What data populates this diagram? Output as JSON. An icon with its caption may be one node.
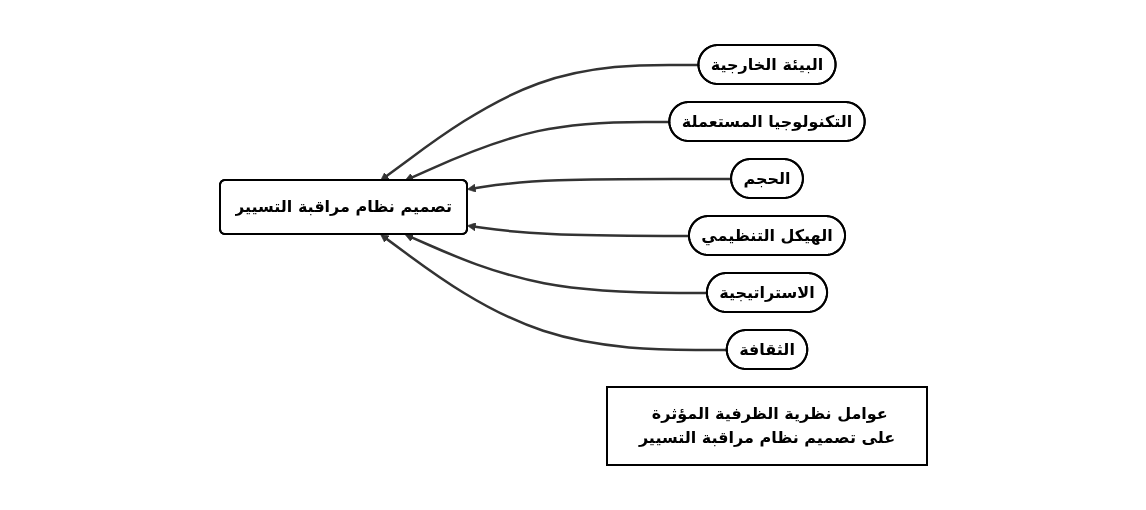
{
  "diagram": {
    "nodes": [
      {
        "text": [
          "تصميم نظام مراقبة التسيير"
        ]
      },
      {
        "text": [
          "البيئة الخارجية"
        ]
      },
      {
        "text": [
          "التكنولوجيا المستعملة"
        ]
      },
      {
        "text": [
          "الحجم"
        ]
      },
      {
        "text": [
          "الهيكل التنظيمي"
        ]
      },
      {
        "text": [
          "الاستراتيجية"
        ]
      },
      {
        "text": [
          "الثقافة"
        ]
      },
      {
        "text": [
          "عوامل نظرية الظرفية المؤثرة على تصميم نظام مراقبة التسيير"
        ]
      }
    ],
    "edges": [
      {
        "from": 1,
        "to": 0,
        "arrow": "to"
      },
      {
        "from": 2,
        "to": 0,
        "arrow": "to"
      },
      {
        "from": 3,
        "to": 0,
        "arrow": "to"
      },
      {
        "from": 4,
        "to": 0,
        "arrow": "to"
      },
      {
        "from": 5,
        "to": 0,
        "arrow": "to"
      },
      {
        "from": 6,
        "to": 0,
        "arrow": "to"
      }
    ]
  }
}
